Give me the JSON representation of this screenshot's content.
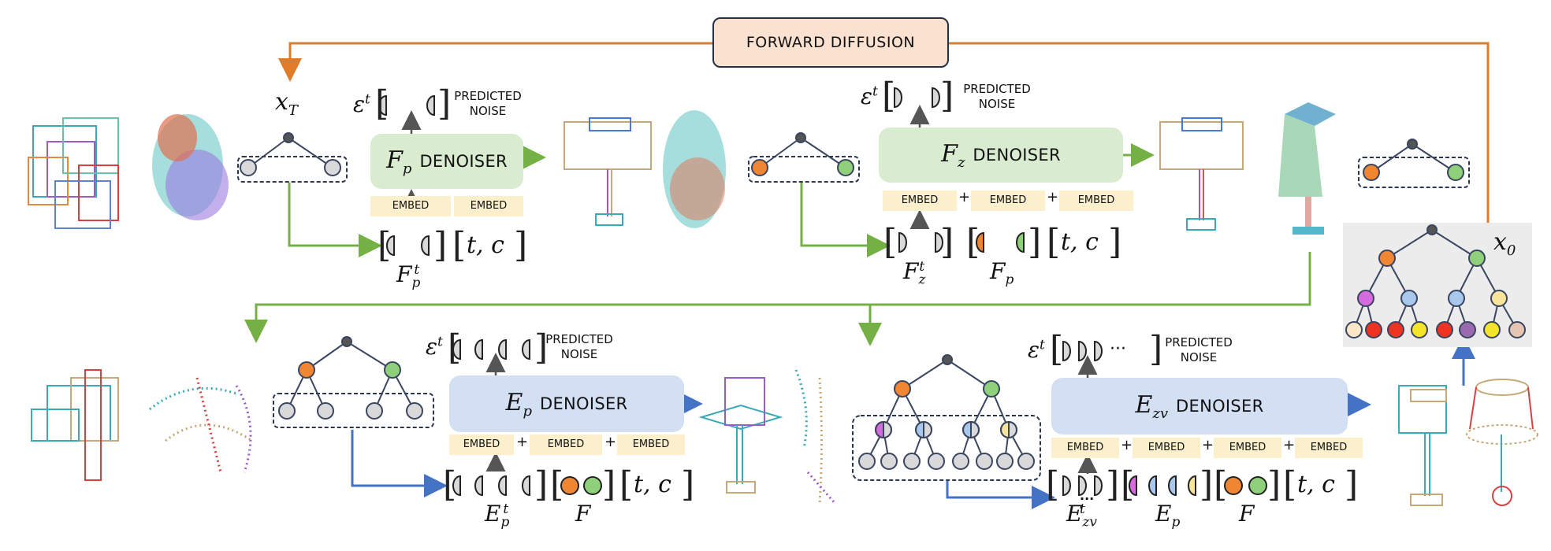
{
  "forward_diffusion": "FORWARD DIFFUSION",
  "labels": {
    "x_T": "x",
    "x_T_sub": "T",
    "x_0": "x",
    "x_0_sub": "0",
    "epsilon": "ε",
    "t_sup": "t",
    "t_c": "t, c",
    "dots": "···"
  },
  "denoisers": [
    {
      "symbol": "F",
      "sub": "p",
      "word": "DENOISER"
    },
    {
      "symbol": "F",
      "sub": "z",
      "word": "DENOISER"
    },
    {
      "symbol": "E",
      "sub": "p",
      "word": "DENOISER"
    },
    {
      "symbol": "E",
      "sub": "zv",
      "word": "DENOISER"
    }
  ],
  "embed_label": "EMBED",
  "plus": "+",
  "predicted_noise": [
    "PREDICTED",
    "NOISE"
  ],
  "input_labels": {
    "fp_t": {
      "sym": "F",
      "sub": "p",
      "sup": "t"
    },
    "fz_t": {
      "sym": "F",
      "sub": "z",
      "sup": "t"
    },
    "fp": {
      "sym": "F",
      "sub": "p"
    },
    "ep_t": {
      "sym": "E",
      "sub": "p",
      "sup": "t"
    },
    "f": {
      "sym": "F"
    },
    "ezv_t": {
      "sym": "E",
      "sub": "zv",
      "sup": "t"
    },
    "ep": {
      "sym": "E",
      "sub": "p"
    }
  },
  "colors": {
    "orange_arrow": "#e07b2a",
    "green_arrow": "#74b043",
    "blue_arrow": "#4472c4",
    "node_orange": "#f08532",
    "node_green": "#8fd07a",
    "node_gray": "#d9d9d9",
    "node_root": "#555555",
    "node_magenta": "#d66be0",
    "node_blue": "#a8c8ec",
    "node_yellow": "#f8e49a",
    "leaf_cream": "#fbe7c6",
    "leaf_red": "#ee3322",
    "leaf_yellow": "#f4e52a",
    "leaf_purple": "#9a6ab0",
    "leaf_tan": "#e4c6b2"
  }
}
